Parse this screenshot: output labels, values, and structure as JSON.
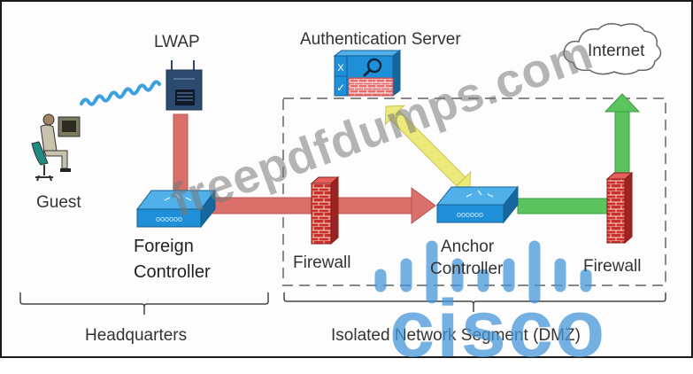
{
  "diagram": {
    "nodes": {
      "lwap": "LWAP",
      "auth_server": "Authentication Server",
      "internet": "Internet",
      "guest": "Guest",
      "foreign_controller_line1": "Foreign",
      "foreign_controller_line2": "Controller",
      "firewall_left": "Firewall",
      "anchor_controller_line1": "Anchor",
      "anchor_controller_line2": "Controller",
      "firewall_right": "Firewall"
    },
    "zones": {
      "headquarters": "Headquarters",
      "dmz": "Isolated Network Segment (DMZ)"
    },
    "colors": {
      "red_path": "#d9706a",
      "green_path": "#5cc45e",
      "yellow_path": "#ecea7a",
      "controller_blue": "#1f8fd8",
      "firewall_red": "#c8302b",
      "ap_navy": "#2c4a6e",
      "wireless_blue": "#3aa0e0"
    },
    "watermarks": {
      "site": "freepdfdumps.com",
      "brand": "cisco"
    }
  }
}
